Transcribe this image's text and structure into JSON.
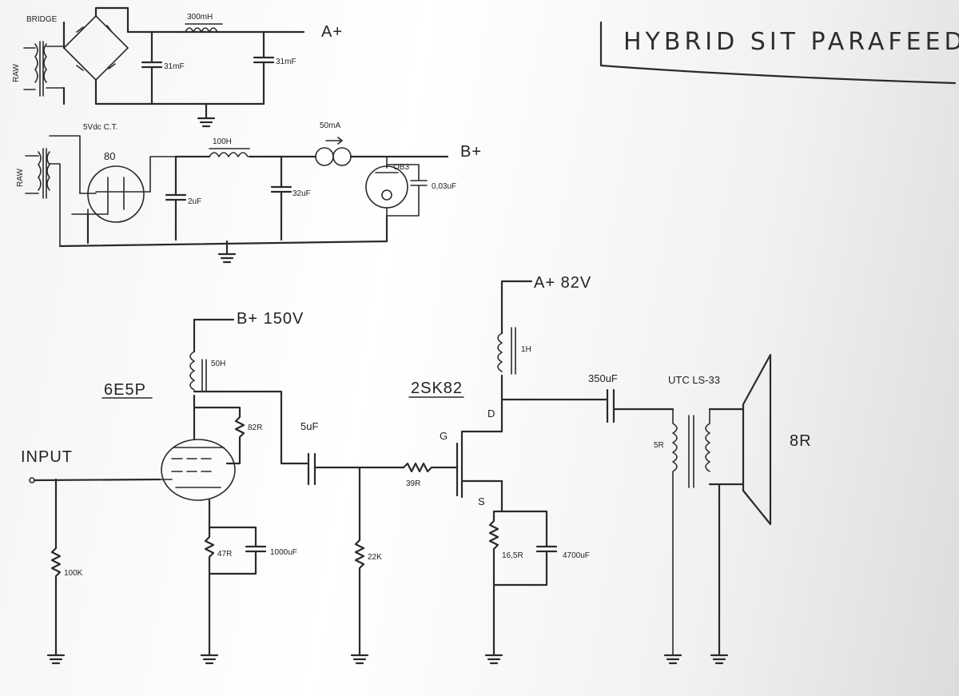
{
  "title": "HYBRID SIT PARAFEED",
  "labels": {
    "bridge": "BRIDGE",
    "a_plus": "A+",
    "choke_a": "300mH",
    "cap_a1": "31mF",
    "cap_a2": "31mF",
    "primary_a": "RAW",
    "ct": "5Vdc C.T.",
    "rect": "80",
    "choke_b": "100H",
    "ccs": "50mA",
    "b_plus": "B+",
    "vr": "OB3",
    "cap_vr": "0,03uF",
    "cap_b1": "2uF",
    "cap_b2": "32uF",
    "primary_b": "RAW",
    "a_plus_82": "A+ 82V",
    "b_plus_150": "B+ 150V",
    "choke_1h": "1H",
    "choke_50h": "50H",
    "tube": "6E5P",
    "sit": "2SK82",
    "cap_350": "350uF",
    "otx": "UTC LS-33",
    "speaker": "8R",
    "r_screen": "82R",
    "cap_coupling": "5uF",
    "input": "INPUT",
    "pin_g": "G",
    "pin_d": "D",
    "pin_s": "S",
    "r_gate": "39R",
    "r_primary": "5R",
    "r_cath": "47R",
    "cap_cath": "1000uF",
    "r_in": "100K",
    "r_grid": "22K",
    "r_source": "16,5R",
    "cap_source": "4700uF"
  }
}
